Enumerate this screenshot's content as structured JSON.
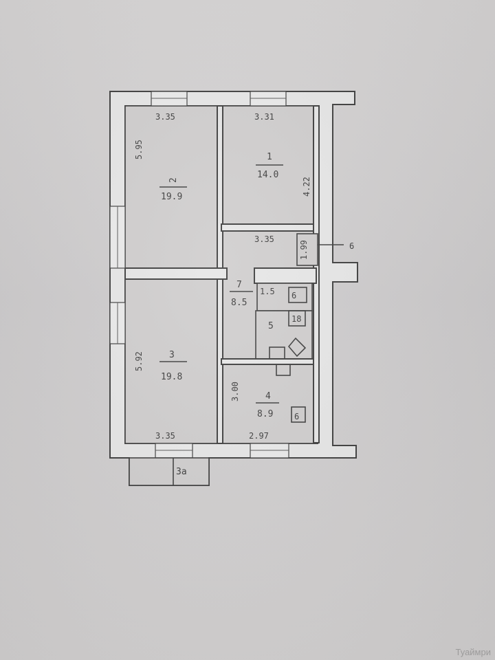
{
  "rooms": [
    {
      "number": "1",
      "area": "14.0"
    },
    {
      "number": "2",
      "area": "19.9"
    },
    {
      "number": "3",
      "area": "19.8"
    },
    {
      "number": "4",
      "area": "8.9"
    },
    {
      "number": "5",
      "area": ""
    },
    {
      "number": "7",
      "area": "8.5"
    }
  ],
  "dimensions": {
    "room2_top": "3.35",
    "room1_top": "3.31",
    "room2_side": "5.95",
    "room1_side": "4.22",
    "corridor_top": "3.35",
    "corridor_side": "1.99",
    "room3_side": "5.92",
    "room3_bottom": "3.35",
    "room4_side": "3.00",
    "room4_bottom": "2.97",
    "bath_top": "1.5"
  },
  "labels": {
    "room6": "6",
    "balcony": "3a",
    "small_box_top": "6",
    "small_box_mid": "18",
    "small_box_low": "6",
    "watermark": "Туаймри"
  }
}
